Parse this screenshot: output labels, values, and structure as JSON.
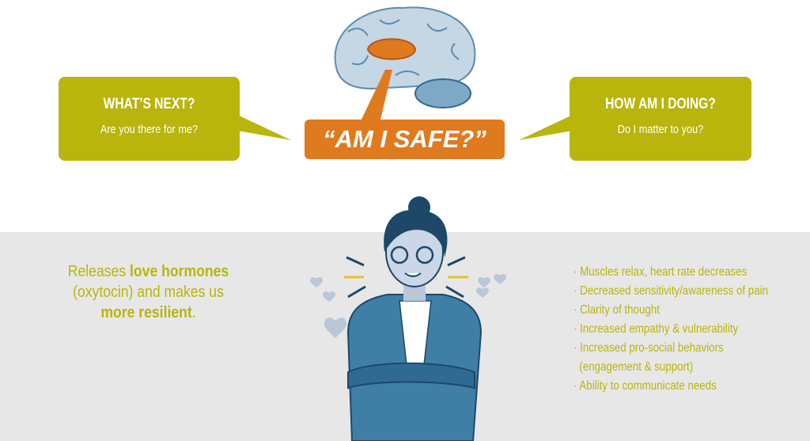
{
  "brain": {
    "question": "“AM I SAFE?”"
  },
  "left_bubble": {
    "title": "WHAT’S NEXT?",
    "subtitle": "Are you there for me?"
  },
  "right_bubble": {
    "title": "HOW AM I DOING?",
    "subtitle": "Do I matter to you?"
  },
  "summary": {
    "p1": "Releases ",
    "b1": "love hormones",
    "p2": " (oxytocin) and makes us ",
    "b2": "more resilient",
    "p3": "."
  },
  "effects": [
    "· Muscles relax, heart rate decreases",
    "· Decreased sensitivity/awareness of pain",
    "· Clarity of thought",
    "· Increased empathy & vulnerability",
    "· Increased pro-social behaviors",
    "  (engagement & support)",
    "· Ability to communicate needs"
  ],
  "colors": {
    "olive": "#b9b50c",
    "orange": "#e07a1f",
    "gray": "#e7e7e7",
    "blue": "#3f7fa6"
  }
}
